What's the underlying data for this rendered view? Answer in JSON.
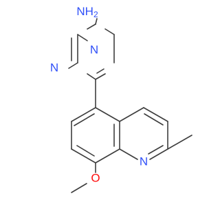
{
  "molecule": {
    "atoms": {
      "amine": {
        "label": "NH",
        "sub": "2",
        "element": "N"
      },
      "pyrazine_n1": {
        "label": "N",
        "element": "N"
      },
      "pyrazine_n4": {
        "label": "N",
        "element": "N"
      },
      "quinoline_n": {
        "label": "N",
        "element": "N"
      },
      "methoxy_o": {
        "label": "O",
        "element": "O"
      }
    }
  },
  "colors": {
    "bond": "#3d3d3d",
    "nitrogen": "#3050f8",
    "oxygen": "#ff0d0d",
    "background": "#ffffff"
  }
}
